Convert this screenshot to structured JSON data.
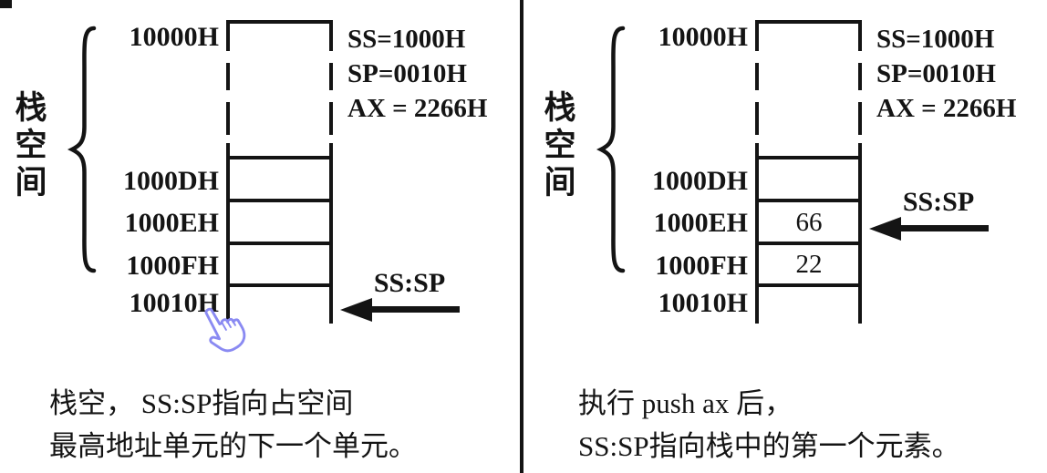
{
  "page": {
    "background": "#ffffff",
    "ink": "#141414",
    "cursor_outline_color": "#8a8af2",
    "cursor_fill_color": "#ffffff"
  },
  "panels": [
    {
      "name": "stack-before-push",
      "brace_label": "栈空间",
      "top_address": "10000H",
      "rows": [
        {
          "address": "1000DH",
          "value": ""
        },
        {
          "address": "1000EH",
          "value": ""
        },
        {
          "address": "1000FH",
          "value": ""
        },
        {
          "address": "10010H",
          "value": ""
        }
      ],
      "registers": {
        "ss": "SS=1000H",
        "sp": "SP=0010H",
        "ax": "AX = 2266H"
      },
      "pointer_label": "SS:SP",
      "pointer_points_to": "10010H",
      "caption_line1": "栈空， SS:SP指向占空间",
      "caption_line2": "最高地址单元的下一个单元。"
    },
    {
      "name": "stack-after-push",
      "brace_label": "栈空间",
      "top_address": "10000H",
      "rows": [
        {
          "address": "1000DH",
          "value": ""
        },
        {
          "address": "1000EH",
          "value": "66"
        },
        {
          "address": "1000FH",
          "value": "22"
        },
        {
          "address": "10010H",
          "value": ""
        }
      ],
      "registers": {
        "ss": "SS=1000H",
        "sp": "SP=0010H",
        "ax": "AX = 2266H"
      },
      "pointer_label": "SS:SP",
      "pointer_points_to": "1000EH",
      "caption_line1": "执行 push ax 后，",
      "caption_line2": "SS:SP指向栈中的第一个元素。"
    }
  ]
}
